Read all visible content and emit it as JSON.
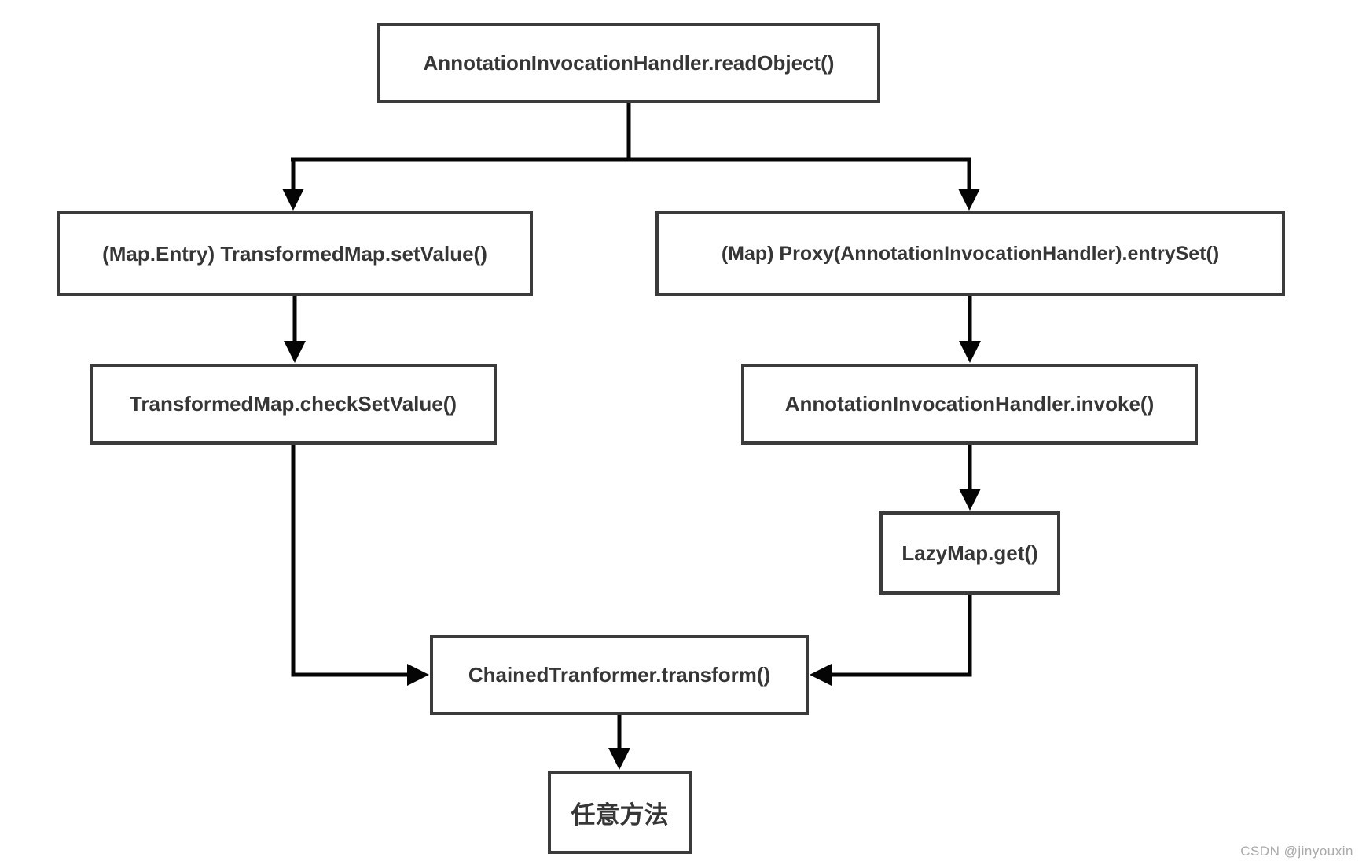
{
  "diagram": {
    "nodes": {
      "read_object": {
        "label": "AnnotationInvocationHandler.readObject()"
      },
      "set_value": {
        "label": "(Map.Entry) TransformedMap.setValue()"
      },
      "entry_set": {
        "label": "(Map) Proxy(AnnotationInvocationHandler).entrySet()"
      },
      "check_set_value": {
        "label": "TransformedMap.checkSetValue()"
      },
      "invoke": {
        "label": "AnnotationInvocationHandler.invoke()"
      },
      "lazy_map_get": {
        "label": "LazyMap.get()"
      },
      "transform": {
        "label": "ChainedTranformer.transform()"
      },
      "arbitrary_method": {
        "label": "任意方法"
      }
    },
    "edges": [
      {
        "from": "read_object",
        "to": "set_value"
      },
      {
        "from": "read_object",
        "to": "entry_set"
      },
      {
        "from": "set_value",
        "to": "check_set_value"
      },
      {
        "from": "entry_set",
        "to": "invoke"
      },
      {
        "from": "invoke",
        "to": "lazy_map_get"
      },
      {
        "from": "check_set_value",
        "to": "transform"
      },
      {
        "from": "lazy_map_get",
        "to": "transform"
      },
      {
        "from": "transform",
        "to": "arbitrary_method"
      }
    ],
    "colors": {
      "box_border": "#3b3b3b",
      "box_fill": "#ffffff",
      "label_text": "#363636",
      "connector": "#050505",
      "background": "#ffffff"
    }
  },
  "watermark": {
    "text": "CSDN @jinyouxin",
    "color": "#a9a9a9"
  }
}
